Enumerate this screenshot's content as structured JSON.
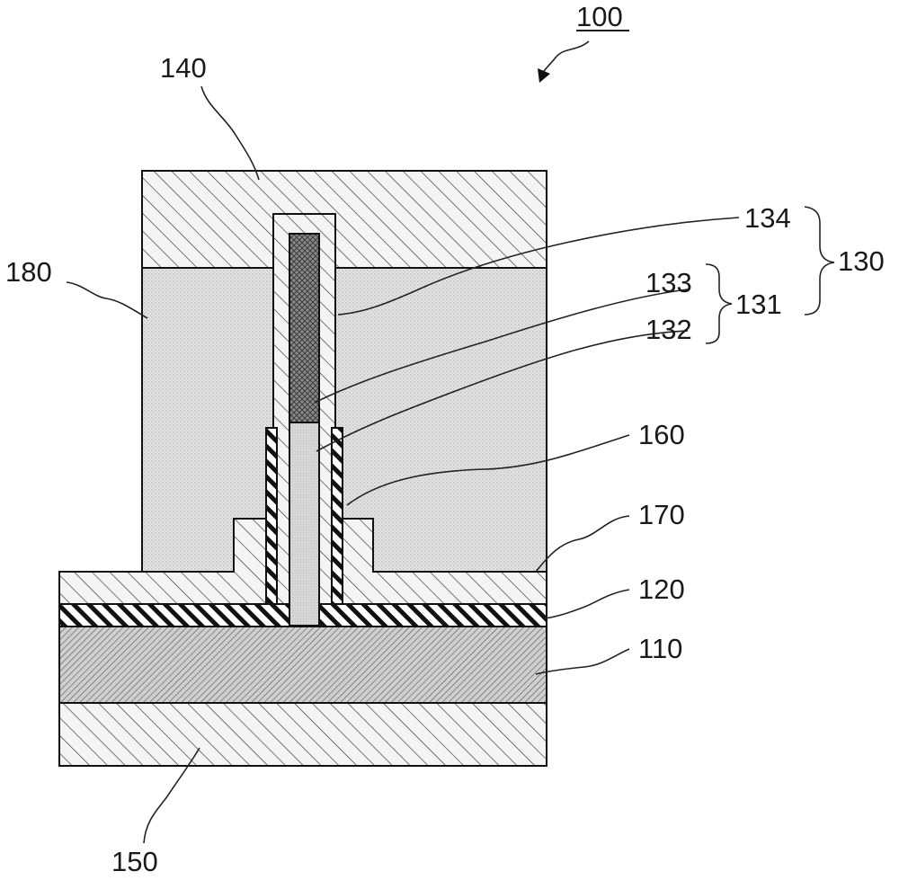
{
  "figure": {
    "reference_number": "100",
    "labels": {
      "l100": "100",
      "l110": "110",
      "l120": "120",
      "l130": "130",
      "l131": "131",
      "l132": "132",
      "l133": "133",
      "l134": "134",
      "l140": "140",
      "l150": "150",
      "l160": "160",
      "l170": "170",
      "l180": "180"
    }
  }
}
